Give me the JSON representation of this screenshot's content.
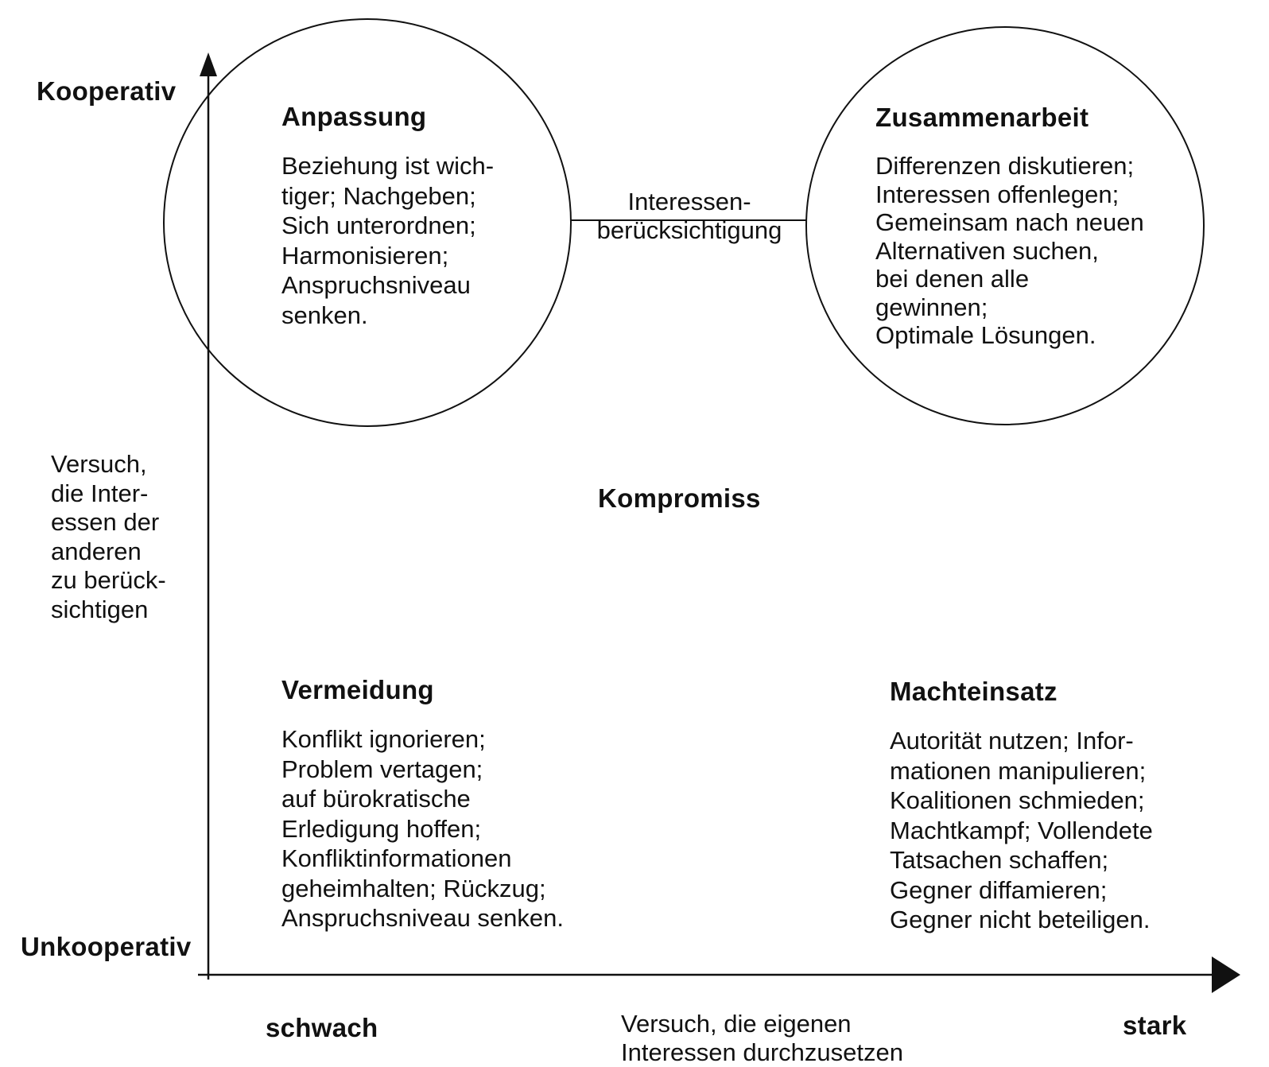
{
  "y_axis": {
    "top_label": "Kooperativ",
    "bottom_label": "Unkooperativ",
    "description_lines": [
      "Versuch,",
      "die Inter-",
      "essen der",
      "anderen",
      "zu berück-",
      "sichtigen"
    ]
  },
  "x_axis": {
    "left_label": "schwach",
    "right_label": "stark",
    "description_lines": [
      "Versuch, die eigenen",
      "Interessen durchzusetzen"
    ]
  },
  "connector": {
    "lines": [
      "Interessen-",
      "berücksichtigung"
    ]
  },
  "styles": [
    {
      "title": "Anpassung",
      "lines": [
        "Beziehung ist wich-",
        "tiger; Nachgeben;",
        "Sich unterordnen;",
        "Harmonisieren;",
        "Anspruchsniveau",
        "senken."
      ]
    },
    {
      "title": "Zusammenarbeit",
      "lines": [
        "Differenzen diskutieren;",
        "Interessen offenlegen;",
        "Gemeinsam nach neuen",
        "Alternativen suchen,",
        "bei denen alle",
        "gewinnen;",
        "Optimale Lösungen."
      ]
    },
    {
      "title": "Kompromiss",
      "lines": []
    },
    {
      "title": "Vermeidung",
      "lines": [
        "Konflikt ignorieren;",
        "Problem vertagen;",
        "auf bürokratische",
        "Erledigung hoffen;",
        "Konfliktinformationen",
        "geheimhalten; Rückzug;",
        "Anspruchsniveau senken."
      ]
    },
    {
      "title": "Machteinsatz",
      "lines": [
        "Autorität nutzen; Infor-",
        "mationen manipulieren;",
        "Koalitionen schmieden;",
        "Machtkampf; Vollendete",
        "Tatsachen schaffen;",
        "Gegner diffamieren;",
        "Gegner nicht beteiligen."
      ]
    }
  ]
}
